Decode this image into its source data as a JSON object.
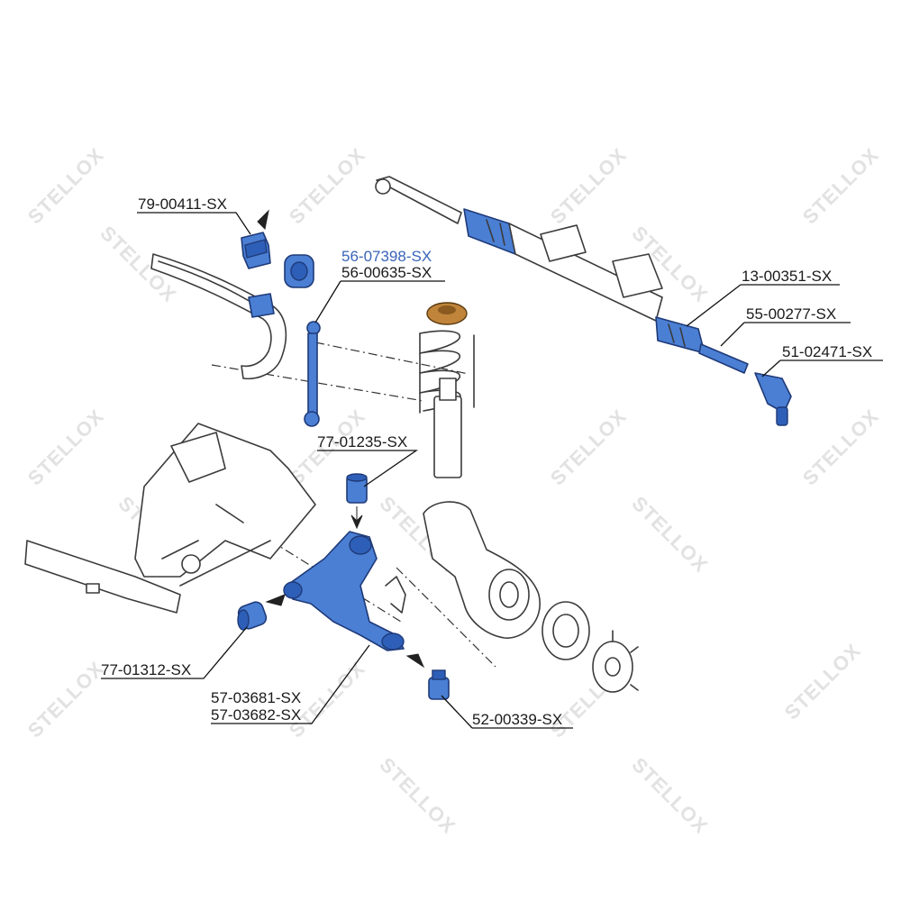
{
  "watermark": {
    "text": "STELLOX"
  },
  "colors": {
    "highlight": "#4a7fd4",
    "label_highlight": "#3a64b8",
    "text": "#1a1a1a"
  },
  "labels": {
    "stabilizer_bushing": "79-00411-SX",
    "stabilizer_link_1": "56-07398-SX",
    "stabilizer_link_2": "56-00635-SX",
    "steering_rack": "13-00351-SX",
    "tie_rod": "55-00277-SX",
    "tie_rod_end": "51-02471-SX",
    "arm_bushing_rear": "77-01235-SX",
    "arm_bushing_front": "77-01312-SX",
    "control_arm_1": "57-03681-SX",
    "control_arm_2": "57-03682-SX",
    "ball_joint": "52-00339-SX"
  }
}
